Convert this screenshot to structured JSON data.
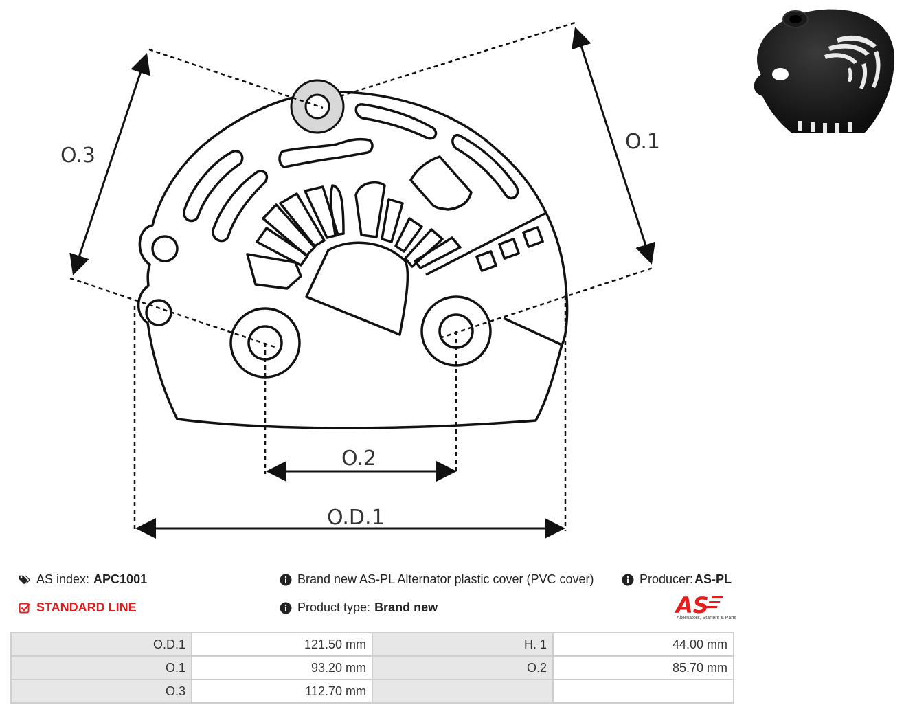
{
  "dimensions": {
    "o3": "O.3",
    "o1": "O.1",
    "o2": "O.2",
    "od1": "O.D.1"
  },
  "info": {
    "as_index_label": "AS index:",
    "as_index_value": "APC1001",
    "line": "STANDARD LINE",
    "description": "Brand new AS-PL Alternator plastic cover (PVC cover)",
    "product_type_label": "Product type:",
    "product_type_value": "Brand new",
    "producer_label": "Producer:",
    "producer_value": "AS-PL"
  },
  "logo": {
    "mark": "AS",
    "tagline": "Alternators, Starters & Parts"
  },
  "specs": {
    "rows": [
      [
        {
          "k": "O.D.1",
          "v": "121.50 mm"
        },
        {
          "k": "H. 1",
          "v": "44.00 mm"
        }
      ],
      [
        {
          "k": "O.1",
          "v": "93.20 mm"
        },
        {
          "k": "O.2",
          "v": "85.70 mm"
        }
      ],
      [
        {
          "k": "O.3",
          "v": "112.70 mm"
        },
        {
          "k": "",
          "v": ""
        }
      ]
    ]
  },
  "colors": {
    "accent_red": "#e11d1d",
    "line": "#111111",
    "table_header": "#e7e7e7",
    "table_border": "#cfcfcf"
  },
  "icons": {
    "as_index": "tags-icon",
    "line": "check-square-icon",
    "description": "info-circle-icon",
    "product_type": "info-circle-icon",
    "producer": "info-circle-icon"
  }
}
